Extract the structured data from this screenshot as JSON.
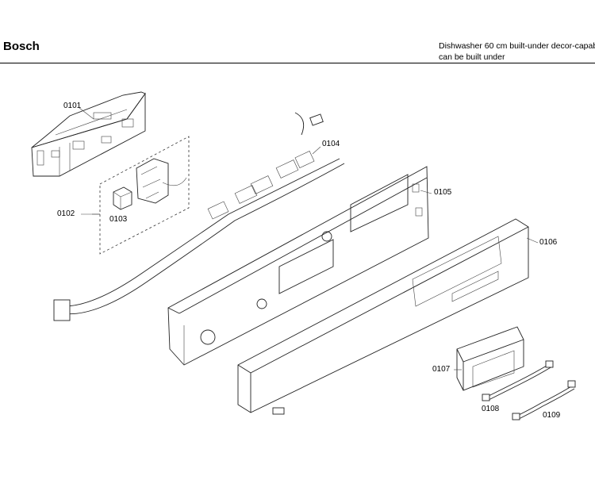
{
  "header": {
    "brand": "Bosch",
    "title_line1": "Dishwasher 60 cm built-under decor-capab",
    "title_line2": "can be built under"
  },
  "parts": [
    {
      "id": "0101"
    },
    {
      "id": "0102"
    },
    {
      "id": "0103"
    },
    {
      "id": "0104"
    },
    {
      "id": "0105"
    },
    {
      "id": "0106"
    },
    {
      "id": "0107"
    },
    {
      "id": "0108"
    },
    {
      "id": "0109"
    }
  ]
}
